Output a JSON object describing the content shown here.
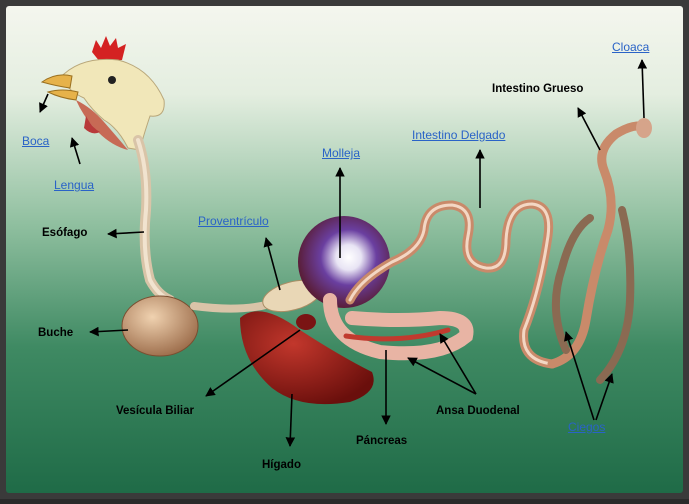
{
  "labels": {
    "boca": "Boca",
    "lengua": "Lengua",
    "esofago": "Esófago",
    "buche": "Buche",
    "proventriculo": "Proventrículo",
    "molleja": "Molleja",
    "intestino_delgado": "Intestino Delgado",
    "intestino_grueso": "Intestino Grueso",
    "cloaca": "Cloaca",
    "vesicula_biliar": "Vesícula Biliar",
    "higado": "Hígado",
    "pancreas": "Páncreas",
    "ansa_duodenal": "Ansa Duodenal",
    "ciegos": "Ciegos"
  },
  "colors": {
    "link_label": "#2a63c7",
    "plain_label": "#000000",
    "background_top": "#f4f6ee",
    "background_bottom": "#1f6b47"
  }
}
